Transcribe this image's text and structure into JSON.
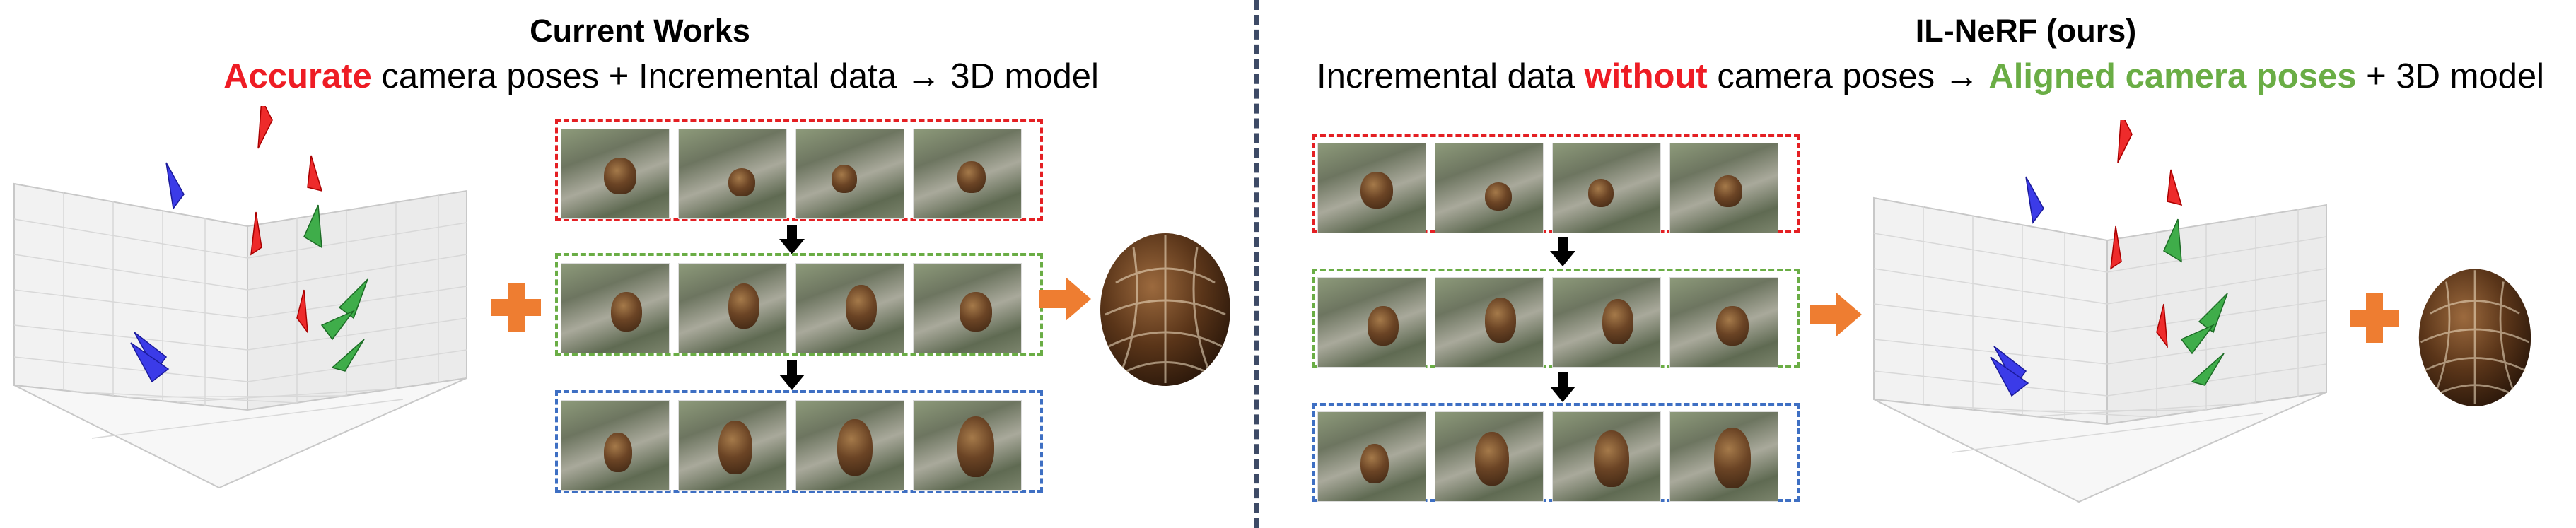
{
  "left": {
    "title": "Current Works",
    "subtitle": {
      "p1": "Accurate",
      "p2": " camera poses  +  Incremental data  →  3D model"
    }
  },
  "right": {
    "title": "IL-NeRF (ours)",
    "subtitle": {
      "p1": "Incremental data ",
      "p2": "without",
      "p3": " camera poses → ",
      "p4": "Aligned camera poses",
      "p5": " + 3D model"
    }
  },
  "colors": {
    "red": "#ee1c24",
    "green": "#6aad45",
    "blue": "#3e6fc3",
    "orange": "#ee7d31",
    "divider": "#3d4a66"
  },
  "icons": [
    "plus-icon",
    "arrow-right-icon",
    "arrow-down-icon",
    "pinecone-3d-model",
    "camera-pose-plot"
  ]
}
